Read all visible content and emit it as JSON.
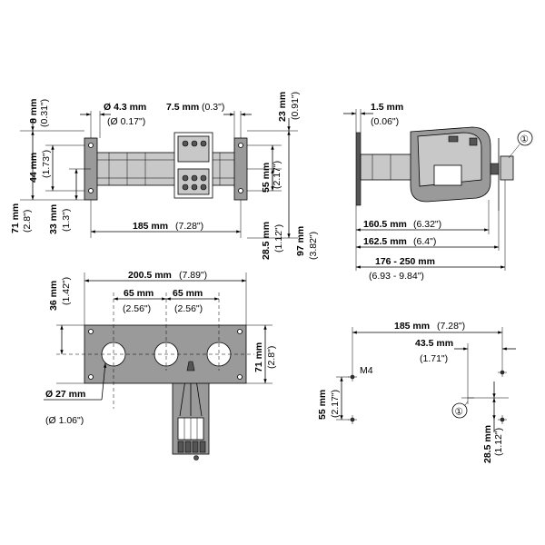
{
  "callout": "①",
  "top_left": {
    "d43": "Ø 4.3 mm",
    "d43_in": "(Ø 0.17\")",
    "d75": "7.5 mm",
    "d75_in": "(0.3\")",
    "d8": "8 mm",
    "d8_in": "(0.31\")",
    "d23": "23 mm",
    "d23_in": "(0.91\")",
    "d44": "44 mm",
    "d44_in": "(1.73\")",
    "d55": "55 mm",
    "d55_in": "(2.17\")",
    "d71": "71 mm",
    "d71_in": "(2.8\")",
    "d33": "33 mm",
    "d33_in": "(1.3\")",
    "d185": "185 mm",
    "d185_in": "(7.28\")",
    "d285": "28.5 mm",
    "d285_in": "(1.12\")",
    "d97": "97 mm",
    "d97_in": "(3.82\")"
  },
  "side_view": {
    "d15": "1.5 mm",
    "d15_in": "(0.06\")",
    "d1605": "160.5 mm",
    "d1605_in": "(6.32\")",
    "d1625": "162.5 mm",
    "d1625_in": "(6.4\")",
    "d176": "176 - 250 mm",
    "d176_in": "(6.93 - 9.84\")"
  },
  "bottom_left": {
    "d2005": "200.5 mm",
    "d2005_in": "(7.89\")",
    "d65a": "65 mm",
    "d65a_in": "(2.56\")",
    "d65b": "65 mm",
    "d65b_in": "(2.56\")",
    "d36": "36 mm",
    "d36_in": "(1.42\")",
    "d71": "71 mm",
    "d71_in": "(2.8\")",
    "d27": "Ø 27 mm",
    "d27_in": "(Ø 1.06\")"
  },
  "bottom_right": {
    "d185": "185 mm",
    "d185_in": "(7.28\")",
    "d435": "43.5 mm",
    "d435_in": "(1.71\")",
    "m4": "M4",
    "d55": "55 mm",
    "d55_in": "(2.17\")",
    "d285": "28.5 mm",
    "d285_in": "(1.12\")"
  }
}
